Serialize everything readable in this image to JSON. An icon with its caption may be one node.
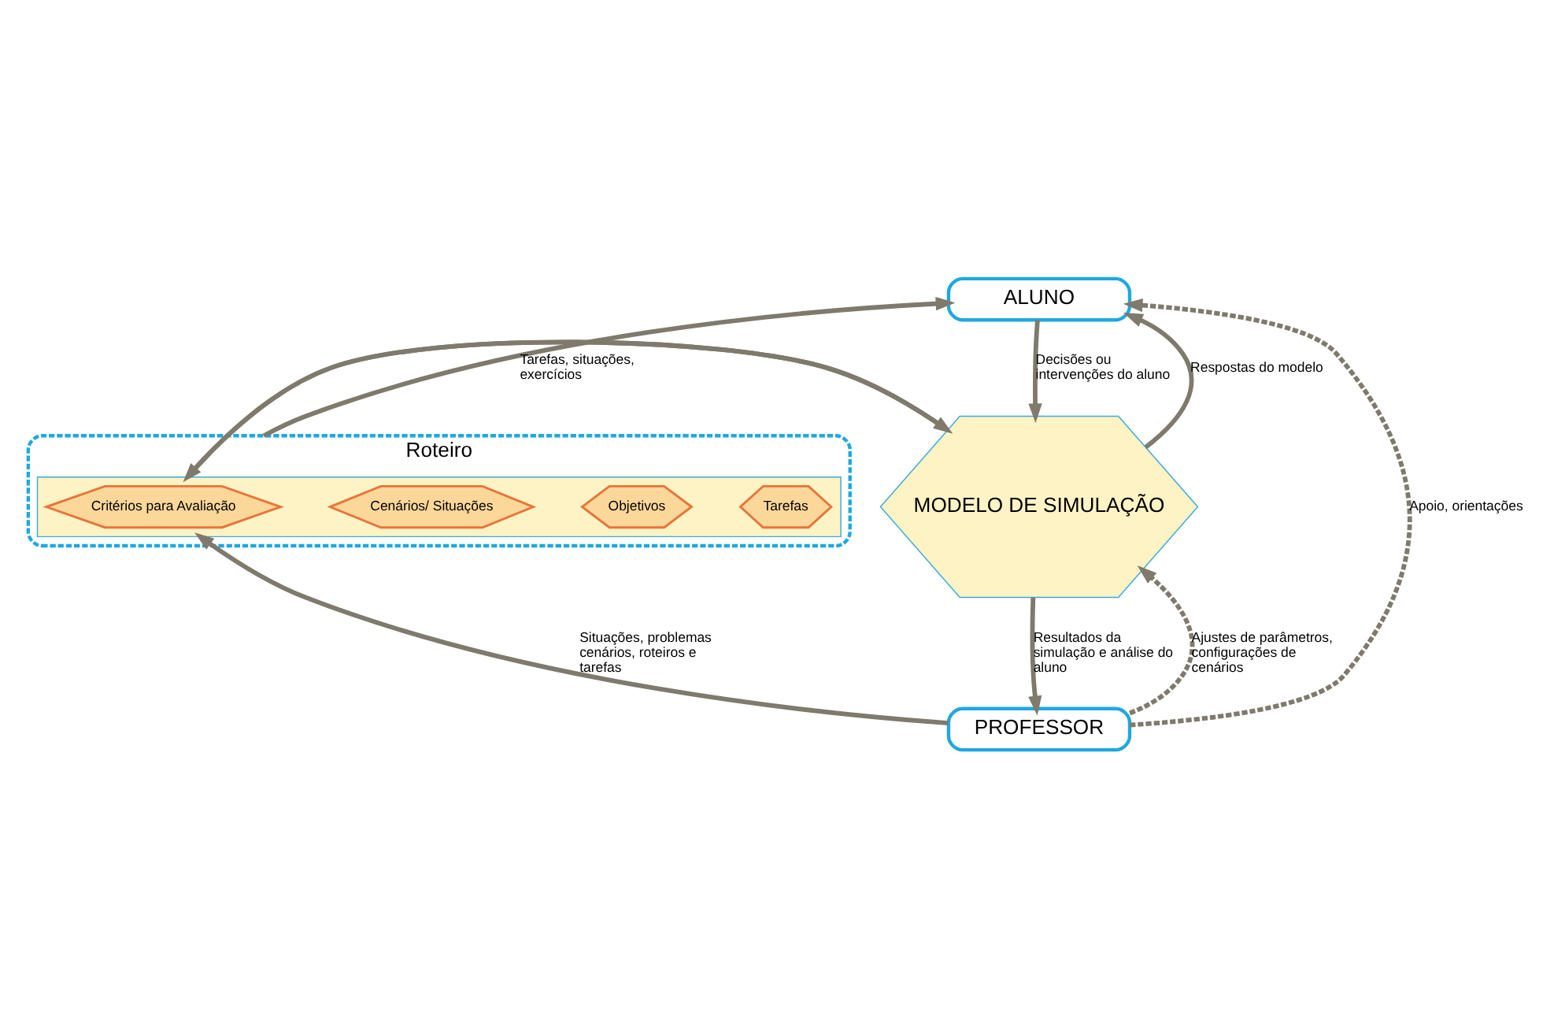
{
  "diagram": {
    "nodes": [
      {
        "text": [
          "Roteiro"
        ]
      },
      {
        "text": [],
        "shape": "hexagon",
        "in": 0
      },
      {
        "text": [
          "Tarefas"
        ],
        "in": 1
      },
      {
        "text": [
          "Objetivos"
        ],
        "in": 1
      },
      {
        "text": [
          "Cenários/ Situações"
        ],
        "in": 1
      },
      {
        "text": [
          "Critérios para Avaliação"
        ],
        "in": 1
      },
      {
        "text": [
          "ALUNO"
        ]
      },
      {
        "text": [
          "MODELO DE SIMULAÇÃO"
        ]
      },
      {
        "text": [
          "PROFESSOR"
        ]
      }
    ],
    "edges": [
      {
        "from": 0,
        "to": 6,
        "arrow": "to",
        "label": "Tarefas, situações, exercícios"
      },
      {
        "from": 7,
        "to": 6,
        "arrow": "to",
        "label": "Respostas do modelo"
      },
      {
        "from": 6,
        "to": 7,
        "arrow": "to",
        "label": "Decisões ou intervenções do aluno"
      },
      {
        "from": 1,
        "to": 7,
        "arrow": "to"
      },
      {
        "from": 7,
        "to": 1,
        "arrow": "to"
      },
      {
        "from": 7,
        "to": 8,
        "arrow": "to",
        "label": "Resultados da simulação e análise do aluno"
      },
      {
        "from": 8,
        "to": 1,
        "arrow": "to",
        "label": "Situações, problemas cenários, roteiros e tarefas"
      },
      {
        "from": 8,
        "to": 6,
        "arrow": "to",
        "style": "dashed",
        "label": "Apoio, orientações"
      },
      {
        "from": 8,
        "to": 7,
        "arrow": "to",
        "style": "dashed",
        "label": "Ajustes de parâmetros, configurações de cenários"
      }
    ]
  }
}
